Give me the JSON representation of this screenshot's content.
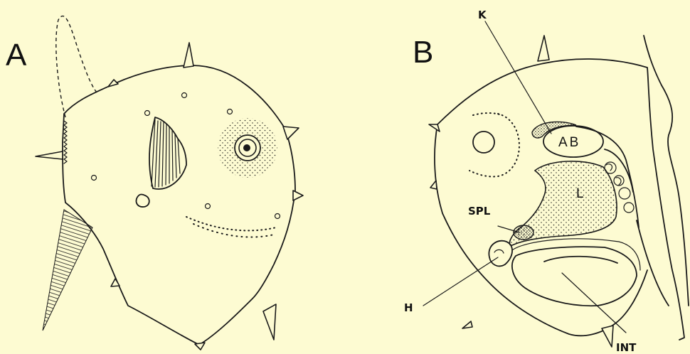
{
  "panels": {
    "a": {
      "letter": "A"
    },
    "b": {
      "letter": "B",
      "labels": {
        "k": "K",
        "ab": "AB",
        "l": "L",
        "spl": "SPL",
        "h": "H",
        "int": "INT"
      }
    }
  },
  "colors": {
    "background": "#fdfbd2",
    "ink": "#1a1a1a"
  }
}
